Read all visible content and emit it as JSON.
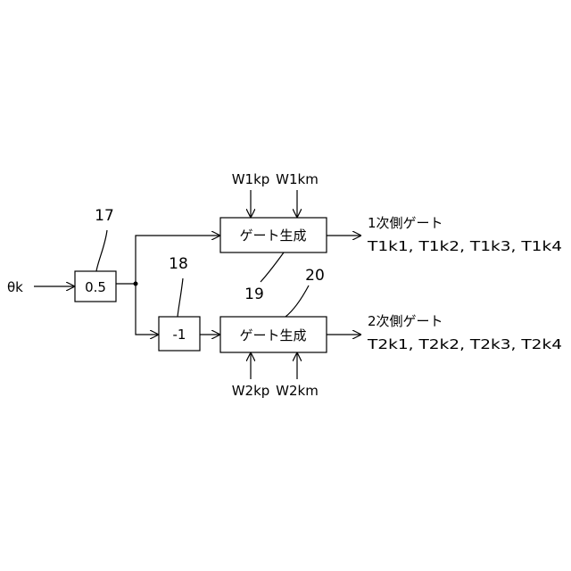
{
  "input_label": "θk",
  "blocks": {
    "gain_half": {
      "ref": "17",
      "label": "0.5"
    },
    "negate": {
      "ref": "18",
      "label": "-1"
    },
    "gate_gen_1": {
      "ref": "19",
      "label": "ゲート生成"
    },
    "gate_gen_2": {
      "ref": "20",
      "label": "ゲート生成"
    }
  },
  "inputs_top": {
    "left": "W1kp",
    "right": "W1km"
  },
  "inputs_bottom": {
    "left": "W2kp",
    "right": "W2km"
  },
  "outputs": {
    "primary": {
      "title": "1次側ゲート",
      "signals": "T1k1, T1k2, T1k3, T1k4"
    },
    "secondary": {
      "title": "2次側ゲート",
      "signals": "T2k1, T2k2, T2k3, T2k4"
    }
  }
}
